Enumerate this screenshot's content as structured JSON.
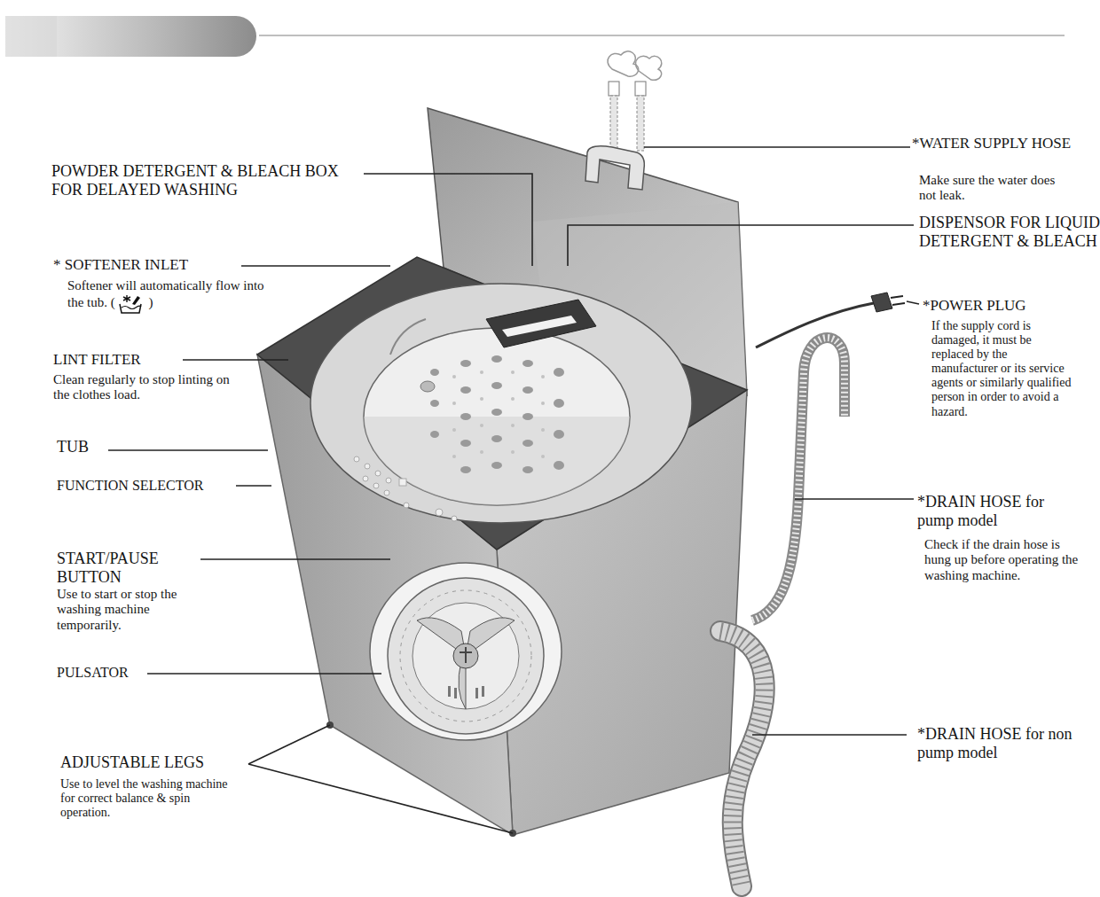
{
  "diagram": {
    "labels": [
      "POWDER DETERGENT & BLEACH BOX FOR DELAYED WASHING",
      "* SOFTENER INLET",
      "Softener will automatically flow into the tub.",
      "(",
      ")",
      "LINT FILTER",
      "Clean regularly to stop linting on the clothes load.",
      "TUB",
      "FUNCTION SELECTOR",
      "START/PAUSE BUTTON",
      "Use to start or stop the washing machine temporarily.",
      "PULSATOR",
      "ADJUSTABLE LEGS",
      "Use to level the washing machine for correct balance & spin operation.",
      "*WATER SUPPLY HOSE",
      "Make sure the water does not leak.",
      "DISPENSOR FOR LIQUID DETERGENT & BLEACH",
      "*POWER PLUG",
      "If the supply cord is damaged, it must be replaced by the manufacturer or its service agents or similarly qualified person in order to avoid a hazard.",
      "*DRAIN HOSE for pump model",
      "Check if the drain hose is hung up before operating the washing machine.",
      "*DRAIN HOSE for non pump model"
    ]
  }
}
